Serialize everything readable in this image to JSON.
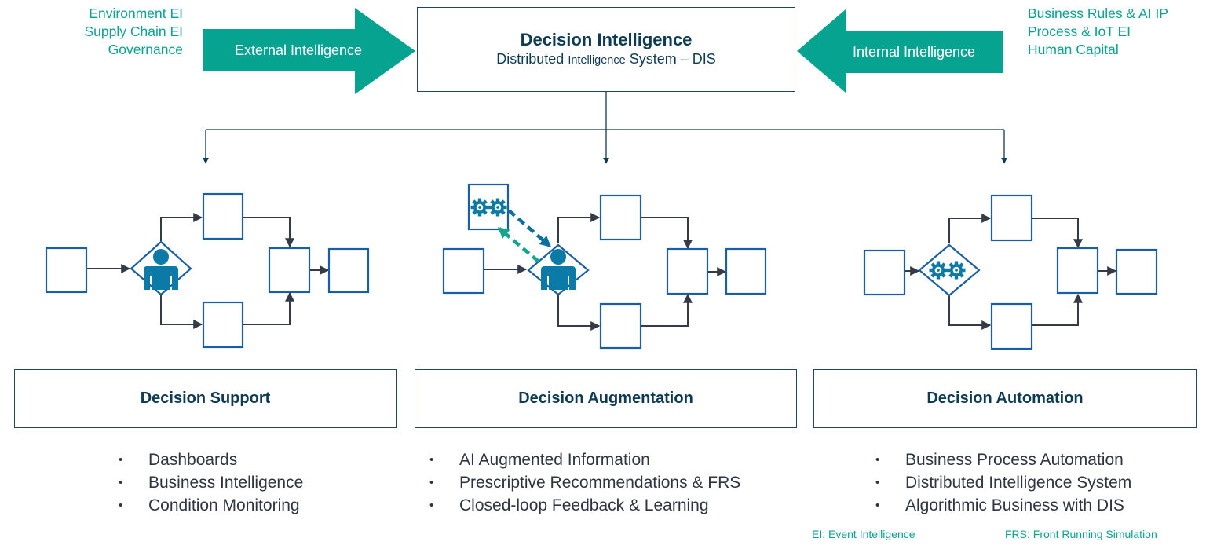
{
  "header": {
    "external_sources": [
      "Environment EI",
      "Supply Chain EI",
      "Governance"
    ],
    "external_arrow_label": "External Intelligence",
    "internal_arrow_label": "Internal Intelligence",
    "internal_sources": [
      "Business Rules & AI IP",
      "Process & IoT EI",
      "Human Capital"
    ],
    "center_title": "Decision Intelligence",
    "center_subtitle_part1": "Distributed ",
    "center_subtitle_part2": "Intelligence",
    "center_subtitle_part3": " System – DIS"
  },
  "categories": [
    {
      "title": "Decision Support",
      "decision_icon": "person-icon",
      "bullets": [
        "Dashboards",
        "Business Intelligence",
        "Condition Monitoring"
      ]
    },
    {
      "title": "Decision Augmentation",
      "decision_icon": "person-icon",
      "ai_helper_icon": "gears-icon",
      "bullets": [
        "AI Augmented Information",
        "Prescriptive Recommendations & FRS",
        "Closed-loop Feedback & Learning"
      ]
    },
    {
      "title": "Decision Automation",
      "decision_icon": "gears-icon",
      "bullets": [
        "Business Process Automation",
        "Distributed Intelligence System",
        "Algorithmic Business with DIS"
      ]
    }
  ],
  "bullet_glyph": "•",
  "footnotes": {
    "ei": "EI: Event Intelligence",
    "frs": "FRS: Front Running Simulation"
  },
  "colors": {
    "teal": "#0aa390",
    "node_blue": "#1a5ea8",
    "icon_blue": "#0c7aa6",
    "connector": "#343a46",
    "navy_text": "#0d3b54"
  }
}
